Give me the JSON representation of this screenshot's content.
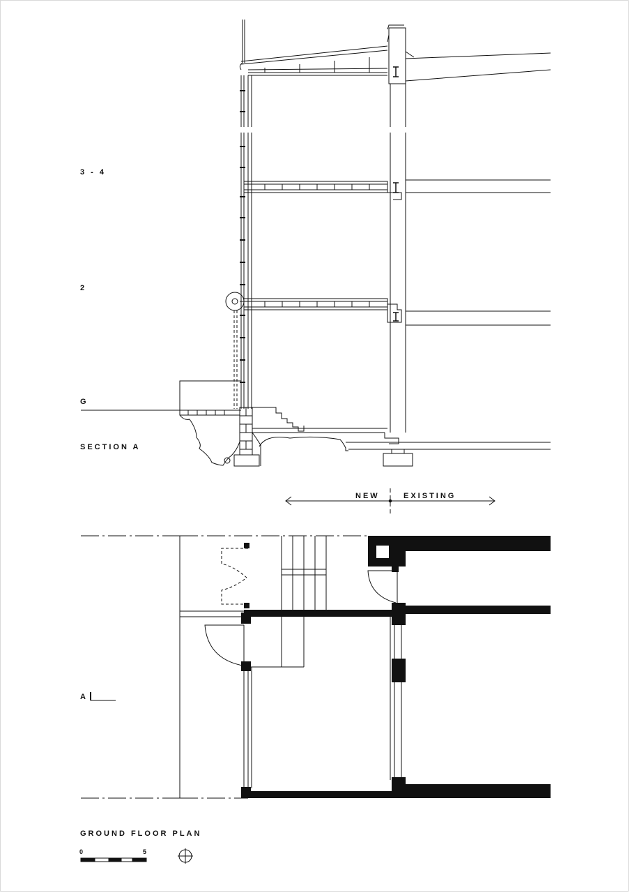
{
  "section": {
    "title": "SECTION A",
    "levels": {
      "l34": "3 - 4",
      "l2": "2",
      "g": "G"
    }
  },
  "divider": {
    "new": "NEW",
    "existing": "EXISTING"
  },
  "plan": {
    "title": "GROUND FLOOR PLAN",
    "section_marker": "A",
    "scale_start": "0",
    "scale_end": "5"
  },
  "colors": {
    "ink": "#111111",
    "background": "#ffffff"
  }
}
